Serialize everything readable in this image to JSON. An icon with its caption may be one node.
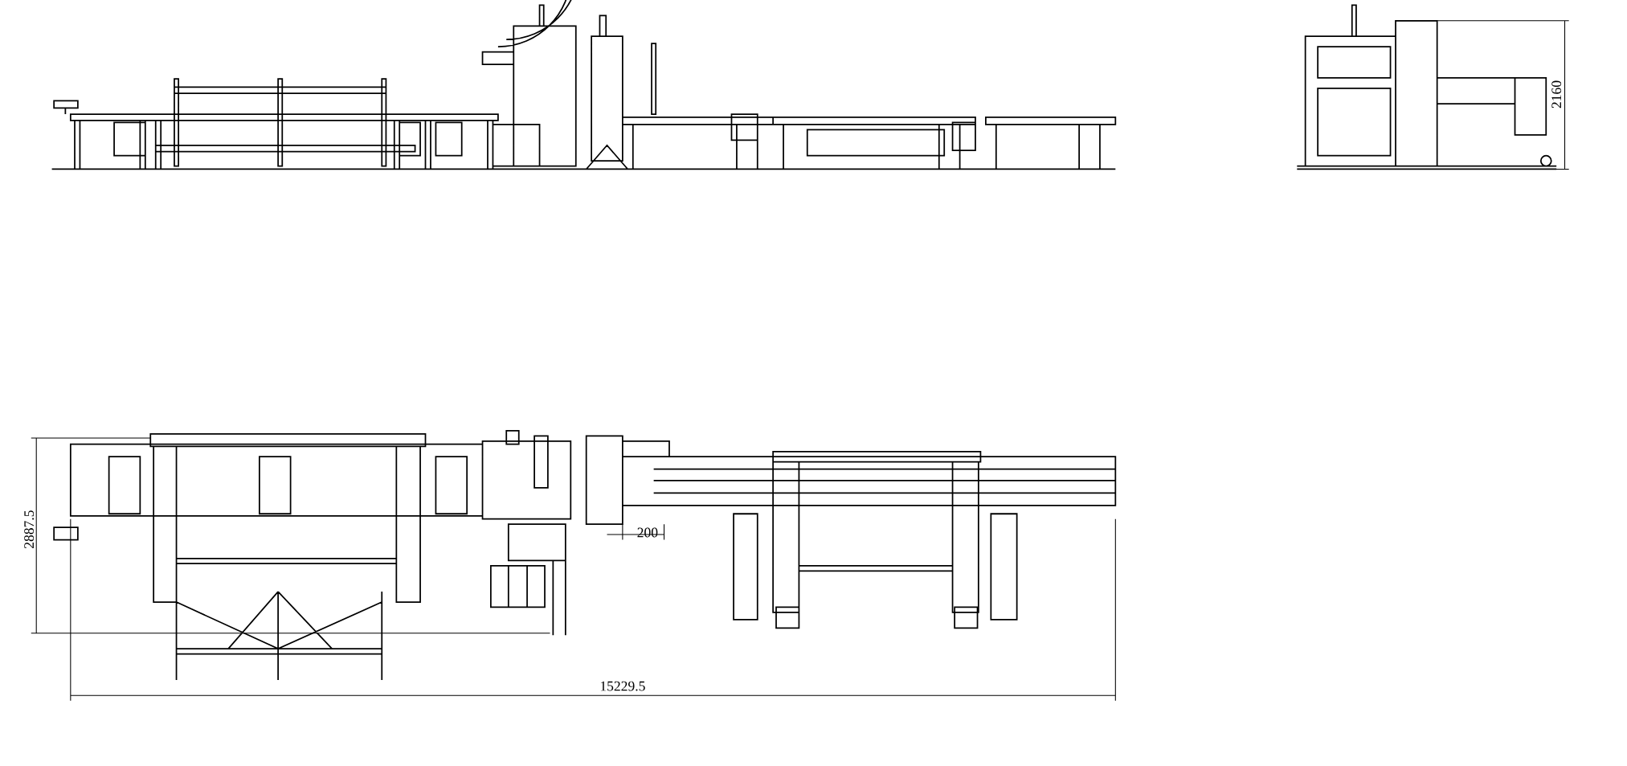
{
  "diagram": {
    "labels": [
      "2160",
      "2887.5",
      "200",
      "15229.5"
    ]
  }
}
